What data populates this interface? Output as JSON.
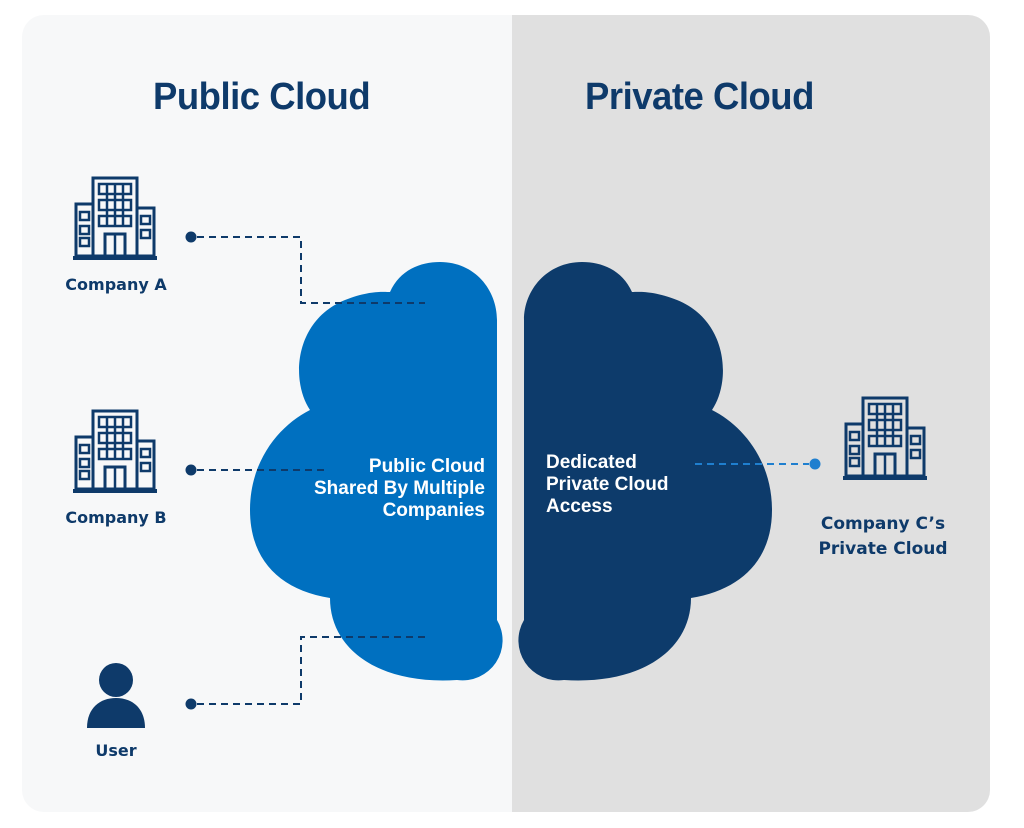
{
  "colors": {
    "navy": "#0e3a6a",
    "public_cloud_blue": "#0070c0",
    "private_cloud_navy": "#0d3b6b",
    "left_bg": "#f7f8f9",
    "right_bg": "#e0e0e0",
    "private_connector": "#1f7fcf"
  },
  "public": {
    "heading": "Public Cloud",
    "cloud_text": [
      "Public Cloud",
      "Shared By Multiple",
      "Companies"
    ],
    "clients": [
      {
        "label": "Company A",
        "icon": "building-icon"
      },
      {
        "label": "Company B",
        "icon": "building-icon"
      },
      {
        "label": "User",
        "icon": "user-icon"
      }
    ]
  },
  "private": {
    "heading": "Private Cloud",
    "cloud_text": [
      "Dedicated",
      "Private Cloud",
      "Access"
    ],
    "client": {
      "label_lines": [
        "Company C’s",
        "Private Cloud"
      ],
      "icon": "building-icon"
    }
  }
}
